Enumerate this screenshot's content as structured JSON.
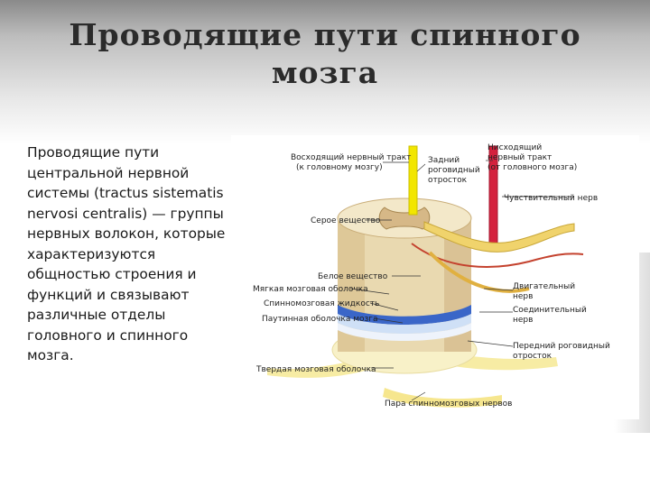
{
  "slide": {
    "title_line1": "Проводящие пути спинного",
    "title_line2": "мозга",
    "body": "Проводящие пути центральной нервной системы (tractus sistematis nervosi centralis) — группы нервных волокон, которые характеризуются общностью строения и функций и связывают различные отделы головного и спинного мозга."
  },
  "figure": {
    "labels": {
      "ascending_1": "Восходящий нервный тракт",
      "ascending_2": "(к головному мозгу)",
      "posterior_1": "Задний",
      "posterior_2": "роговидный",
      "posterior_3": "отросток",
      "descending_1": "Нисходящий",
      "descending_2": "нервный тракт",
      "descending_3": "(от головного мозга)",
      "sensory": "Чувствительный нерв",
      "gray": "Серое вещество",
      "white": "Белое вещество",
      "pia": "Мягкая мозговая оболочка",
      "csf": "Спинномозговая жидкость",
      "arachnoid": "Паутинная оболочка мозга",
      "motor_1": "Двигательный",
      "motor_2": "нерв",
      "connecting_1": "Соединительный",
      "connecting_2": "нерв",
      "anterior_1": "Передний роговидный",
      "anterior_2": "отросток",
      "dura": "Твердая мозговая оболочка",
      "spinal_pair": "Пара спинномозговых нервов"
    },
    "colors": {
      "ascending_tract": "#f2e600",
      "descending_tract": "#d4213d",
      "gray_matter": "#d8b98a",
      "white_matter": "#efe6c8",
      "pia": "#3a66c8",
      "nerve": "#f4e27a"
    }
  }
}
